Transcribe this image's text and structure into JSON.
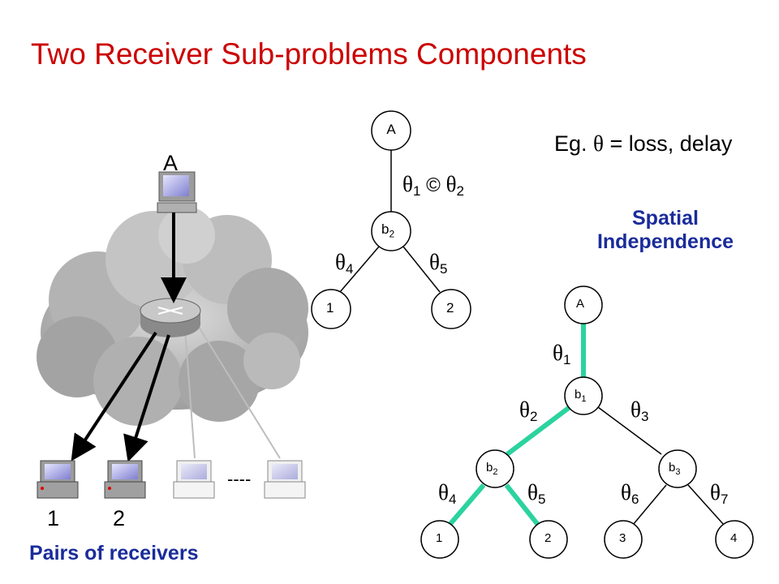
{
  "title": "Two Receiver Sub-problems Components",
  "network": {
    "source_label": "A",
    "receiver_labels": [
      "1",
      "2"
    ],
    "dashes": "----",
    "caption": "Pairs of receivers"
  },
  "tree_small": {
    "nodes": {
      "root": "A",
      "branch": "b",
      "branch_sub": "2",
      "leaf1": "1",
      "leaf2": "2"
    },
    "edge_top": {
      "a": "θ",
      "a_sub": "1",
      "op": "©",
      "b": "θ",
      "b_sub": "2"
    },
    "edge_left": {
      "sym": "θ",
      "sub": "4"
    },
    "edge_right": {
      "sym": "θ",
      "sub": "5"
    }
  },
  "example": {
    "prefix": "Eg.",
    "sym": "θ",
    "rest": "= loss, delay"
  },
  "spatial": {
    "line1": "Spatial",
    "line2": "Independence"
  },
  "tree_big": {
    "nodes": {
      "root": "A",
      "b1": {
        "main": "b",
        "sub": "1"
      },
      "b2": {
        "main": "b",
        "sub": "2"
      },
      "b3": {
        "main": "b",
        "sub": "3"
      },
      "leaves": [
        "1",
        "2",
        "3",
        "4"
      ]
    },
    "edges": [
      {
        "sym": "θ",
        "sub": "1"
      },
      {
        "sym": "θ",
        "sub": "2"
      },
      {
        "sym": "θ",
        "sub": "3"
      },
      {
        "sym": "θ",
        "sub": "4"
      },
      {
        "sym": "θ",
        "sub": "5"
      },
      {
        "sym": "θ",
        "sub": "6"
      },
      {
        "sym": "θ",
        "sub": "7"
      }
    ],
    "highlight_color": "#2bd39f"
  },
  "colors": {
    "title": "#cc0000",
    "caption": "#1a2c9a",
    "highlight": "#2bd39f"
  }
}
